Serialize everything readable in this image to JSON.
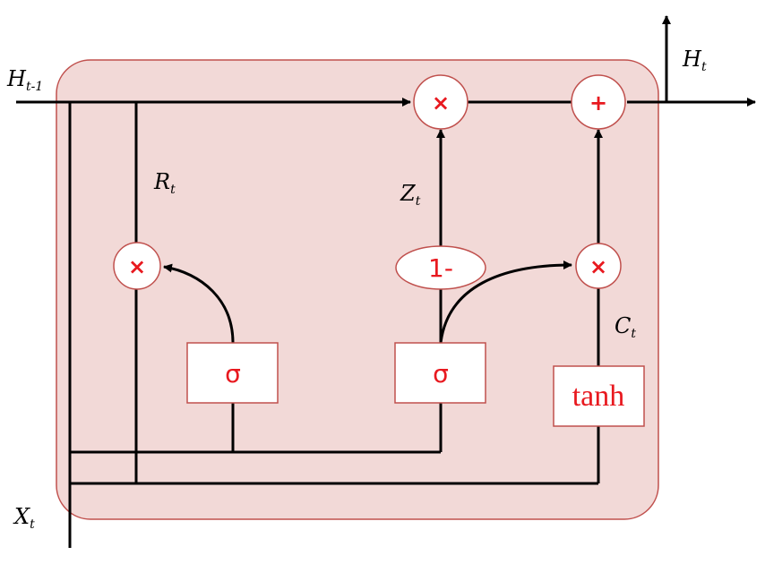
{
  "labels": {
    "h_prev": {
      "base": "H",
      "sub": "t-1"
    },
    "h_out": {
      "base": "H",
      "sub": "t"
    },
    "x_in": {
      "base": "X",
      "sub": "t"
    },
    "r": {
      "base": "R",
      "sub": "t"
    },
    "z": {
      "base": "Z",
      "sub": "t"
    },
    "c": {
      "base": "C",
      "sub": "t"
    }
  },
  "operators": {
    "multiply": "×",
    "add": "+"
  },
  "gates": {
    "sigmoid": "σ",
    "tanh": "tanh",
    "one_minus": "1-"
  },
  "colors": {
    "cell_fill": "#f2d9d7",
    "cell_border": "#c0504d",
    "op_red": "#e8191f",
    "line": "#000000"
  }
}
